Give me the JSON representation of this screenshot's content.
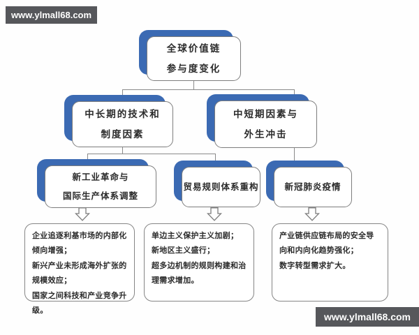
{
  "watermarks": {
    "top_left": "www.ylmall68.com",
    "bottom_right": "www.ylmall68.com"
  },
  "colors": {
    "shadow_blue": "#3b6ab3",
    "box_border_gray": "#7d7d7d",
    "banner_gray": "#56575b",
    "connector_gray": "#8a8a8a",
    "text": "#2b2b2b"
  },
  "nodes": {
    "root": {
      "line1": "全球价值链",
      "line2": "参与度变化"
    },
    "l2_left": {
      "line1": "中长期的技术和",
      "line2": "制度因素"
    },
    "l2_right": {
      "line1": "中短期因素与",
      "line2": "外生冲击"
    },
    "l3_a": {
      "line1": "新工业革命与",
      "line2": "国际生产体系调整"
    },
    "l3_b": {
      "line1": "贸易规则体系重构"
    },
    "l3_c": {
      "line1": "新冠肺炎疫情"
    }
  },
  "details": {
    "a": {
      "items": [
        "企业追逐利基市场的内部化倾向增强；",
        "新兴产业未形成海外扩张的规模效应；",
        "国家之间科技和产业竞争升级。"
      ]
    },
    "b": {
      "items": [
        "单边主义保护主义加剧；",
        "新地区主义盛行；",
        "超多边机制的规则构建和治理需求增加。"
      ]
    },
    "c": {
      "items": [
        "产业链供应链布局的安全导向和内向化趋势强化；",
        "数字转型需求扩大。"
      ]
    }
  }
}
